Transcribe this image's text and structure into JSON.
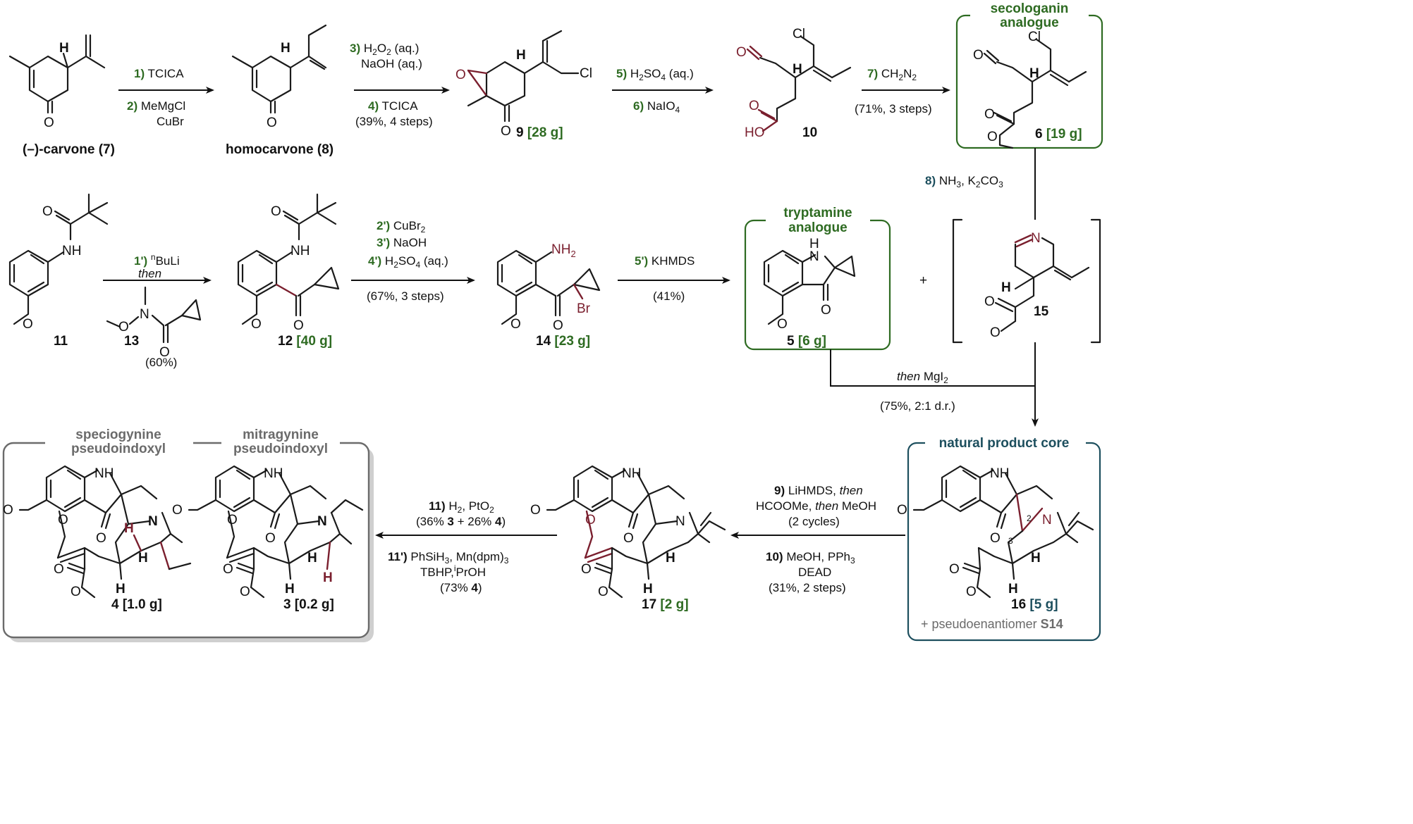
{
  "colors": {
    "green": "#2e6b22",
    "teal": "#1d4f5e",
    "red": "#7a1f2e",
    "gray": "#6b6b6b",
    "ink": "#111111"
  },
  "compounds": {
    "c7": "(–)-carvone (7)",
    "c8": "homocarvone (8)",
    "c9": {
      "num": "9",
      "mass": "[28 g]"
    },
    "c10": "10",
    "c6": {
      "num": "6",
      "mass": "[19 g]"
    },
    "c11": "11",
    "c13": "13",
    "c12": {
      "num": "12",
      "mass": "[40 g]"
    },
    "c14": {
      "num": "14",
      "mass": "[23 g]"
    },
    "c5": {
      "num": "5",
      "mass": "[6 g]"
    },
    "c15": "15",
    "c16": {
      "num": "16",
      "mass": "[5 g]"
    },
    "c17": {
      "num": "17",
      "mass": "[2 g]"
    },
    "c3": {
      "num": "3",
      "mass": "[0.2 g]"
    },
    "c4": {
      "num": "4",
      "mass": "[1.0 g]"
    }
  },
  "boxes": {
    "secologanin": [
      "secologanin",
      "analogue"
    ],
    "tryptamine": [
      "tryptamine",
      "analogue"
    ],
    "core": "natural product core",
    "core_note": {
      "prefix": "+ pseudoenantiomer ",
      "ref": "S14"
    },
    "speciogynine": [
      "speciogynine",
      "pseudoindoxyl"
    ],
    "mitragynine": [
      "mitragynine",
      "pseudoindoxyl"
    ]
  },
  "conditions": {
    "s1": {
      "n": "1)",
      "t": "TCICA"
    },
    "s2": {
      "n": "2)",
      "t": "MeMgCl",
      "t2": "CuBr"
    },
    "s3": {
      "n": "3)",
      "t1": "H",
      "t1sub": "2",
      "t2": "O",
      "t2sub": "2",
      "t3": " (aq.)",
      "t4": "NaOH (aq.)"
    },
    "s4": {
      "n": "4)",
      "t": "TCICA",
      "yield": "(39%, 4 steps)"
    },
    "s5": {
      "n": "5)",
      "t1": "H",
      "t1sub": "2",
      "t2": "SO",
      "t2sub": "4",
      "t3": " (aq.)"
    },
    "s6": {
      "n": "6)",
      "t1": "NaIO",
      "t1sub": "4"
    },
    "s7": {
      "n": "7)",
      "t1": "CH",
      "t1sub": "2",
      "t2": "N",
      "t2sub": "2",
      "yield": "(71%, 3 steps)"
    },
    "s8": {
      "n": "8)",
      "t1": "NH",
      "t1sub": "3",
      "t2": ", K",
      "t2sub": "2",
      "t3": "CO",
      "t3sub": "3"
    },
    "s1p": {
      "n": "1')",
      "sup": "n",
      "t": "BuLi",
      "then": "then",
      "yield": "(60%)"
    },
    "s2p": {
      "n": "2')",
      "t1": "CuBr",
      "t1sub": "2"
    },
    "s3p": {
      "n": "3')",
      "t": "NaOH"
    },
    "s4p": {
      "n": "4')",
      "t1": "H",
      "t1sub": "2",
      "t2": "SO",
      "t2sub": "4",
      "t3": " (aq.)",
      "yield": "(67%, 3 steps)"
    },
    "s5p": {
      "n": "5')",
      "t": "KHMDS",
      "yield": "(41%)"
    },
    "plus": "+",
    "merge": {
      "then": "then",
      "t1": " MgI",
      "t1sub": "2",
      "yield": "(75%, 2:1 d.r.)"
    },
    "s9": {
      "n": "9)",
      "t": "LiHMDS, ",
      "then": "then",
      "l2a": "HCOOMe, ",
      "l2b": "then",
      "l2c": " MeOH",
      "l3": "(2 cycles)"
    },
    "s10": {
      "n": "10)",
      "t1": "MeOH, PPh",
      "t1sub": "3",
      "t2": "DEAD",
      "yield": "(31%, 2 steps)"
    },
    "s11": {
      "n": "11)",
      "t1": "H",
      "t1sub": "2",
      "t2": ", PtO",
      "t2sub": "2",
      "y1": "(36% ",
      "y2": "3",
      "y3": " + 26% ",
      "y4": "4",
      "y5": ")"
    },
    "s11p": {
      "n": "11')",
      "t1": "PhSiH",
      "t1sub": "3",
      "t2": ", Mn(dpm)",
      "t2sub": "3",
      "t3": "TBHP,",
      "t3sup": "i",
      "t4": "PrOH",
      "y1": "(73% ",
      "y2": "4",
      "y3": ")"
    }
  },
  "atoms": {
    "H": "H",
    "O": "O",
    "Cl": "Cl",
    "HO": "HO",
    "NH": "NH",
    "NH2": "NH",
    "NH2sub": "2",
    "N": "N",
    "Br": "Br",
    "n2": "2",
    "n3": "3"
  }
}
